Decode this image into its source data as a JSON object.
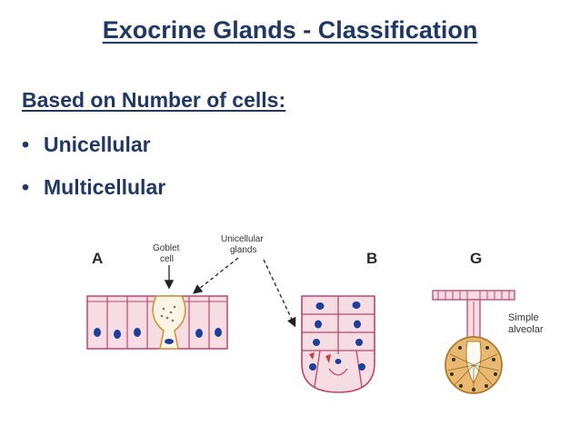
{
  "slide": {
    "title": "Exocrine Glands - Classification",
    "subheading": "Based on Number of cells:",
    "bullets": [
      {
        "marker": "•",
        "text": "Unicellular"
      },
      {
        "marker": "•",
        "text": "Multicellular"
      }
    ]
  },
  "figure": {
    "panel_a_letter": "A",
    "panel_b_letter": "B",
    "panel_g_letter": "G",
    "goblet_label_line1": "Goblet",
    "goblet_label_line2": "cell",
    "unicellular_label_line1": "Unicellular",
    "unicellular_label_line2": "glands",
    "alveolar_label_line1": "Simple",
    "alveolar_label_line2": "alveolar",
    "colors": {
      "cell_fill": "#f6dde4",
      "cell_border": "#c0456e",
      "nucleus": "#1e3f9a",
      "goblet_fill": "#f2d9a6",
      "alveolar_fill": "#e7b971"
    }
  }
}
